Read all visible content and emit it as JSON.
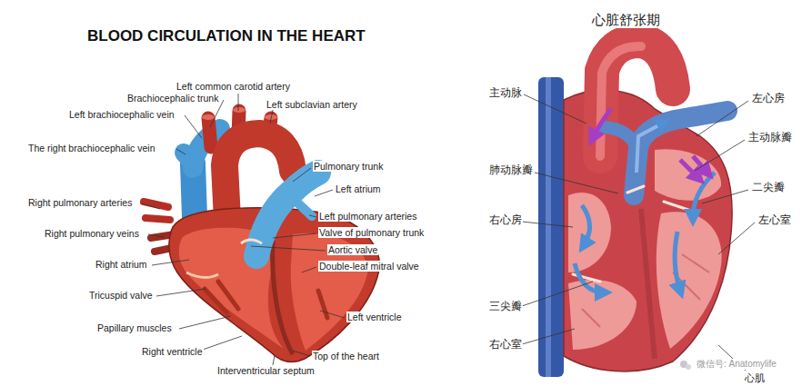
{
  "diagram": {
    "title": "BLOOD CIRCULATION IN THE HEART",
    "labels": [
      "Left common carotid artery",
      "Brachiocephalic trunk",
      "Left brachiocephalic vein",
      "Left subclavian artery",
      "The right brachiocephalic vein",
      "Pulmonary trunk",
      "Left atrium",
      "Right pulmonary arteries",
      "Left pulmonary arteries",
      "Valve of pulmonary trunk",
      "Right pulmonary veins",
      "Aortic valve",
      "Right atrium",
      "Double-leaf mitral valve",
      "Tricuspid valve",
      "Left ventricle",
      "Papillary muscles",
      "Right ventricle",
      "Top of the heart",
      "Interventricular septum",
      "心脏舒张期",
      "主动脉",
      "左心房",
      "主动脉瓣",
      "二尖瓣",
      "肺动脉瓣",
      "右心房",
      "左心室",
      "三尖瓣",
      "右心室",
      "心肌",
      "微信号: Anatomylife"
    ]
  }
}
